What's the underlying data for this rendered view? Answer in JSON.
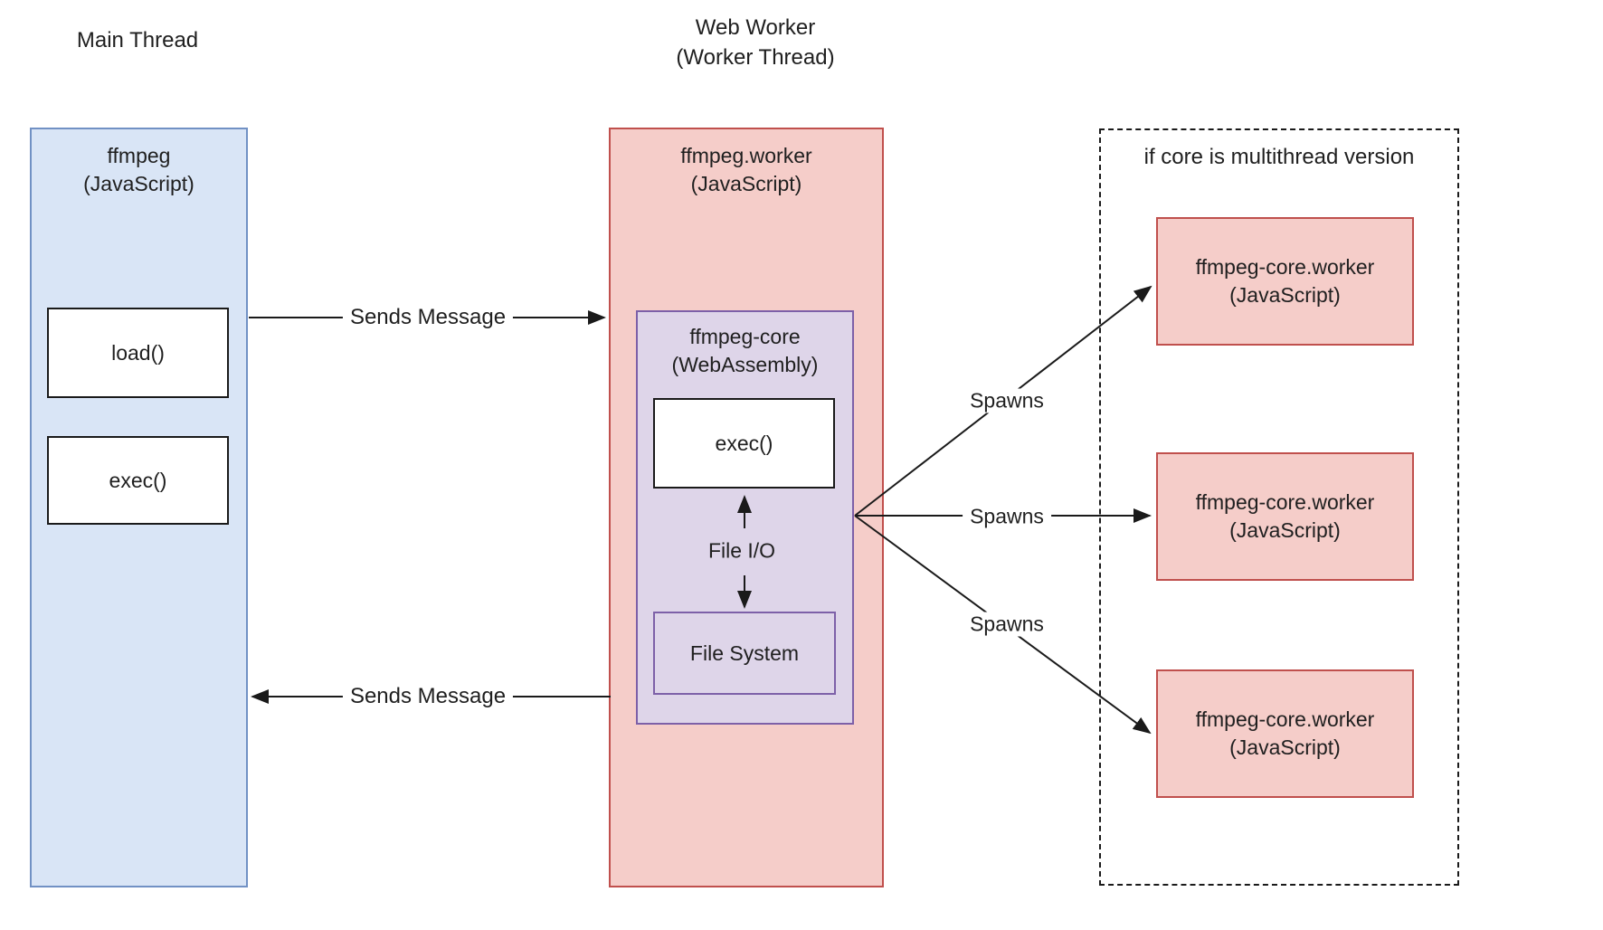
{
  "headers": {
    "main_thread": "Main Thread",
    "web_worker_line1": "Web Worker",
    "web_worker_line2": "(Worker Thread)"
  },
  "main_box": {
    "title_line1": "ffmpeg",
    "title_line2": "(JavaScript)",
    "load_label": "load()",
    "exec_label": "exec()"
  },
  "worker_box": {
    "title_line1": "ffmpeg.worker",
    "title_line2": "(JavaScript)",
    "core": {
      "title_line1": "ffmpeg-core",
      "title_line2": "(WebAssembly)",
      "exec_label": "exec()",
      "file_io_label": "File I/O",
      "file_system_label": "File System"
    }
  },
  "multithread_box": {
    "title": "if core is multithread version",
    "workers": [
      {
        "line1": "ffmpeg-core.worker",
        "line2": "(JavaScript)"
      },
      {
        "line1": "ffmpeg-core.worker",
        "line2": "(JavaScript)"
      },
      {
        "line1": "ffmpeg-core.worker",
        "line2": "(JavaScript)"
      }
    ]
  },
  "arrows": {
    "sends_top": "Sends Message",
    "sends_bottom": "Sends Message",
    "spawns": [
      "Spawns",
      "Spawns",
      "Spawns"
    ]
  },
  "colors": {
    "blue_fill": "#d9e5f6",
    "blue_border": "#7191c4",
    "pink_fill": "#f5cdc9",
    "pink_border": "#c0504d",
    "purple_fill": "#ded5e9",
    "purple_border": "#7d60a8",
    "line": "#1a1a1a",
    "text": "#1f1f1f",
    "background": "#ffffff"
  }
}
